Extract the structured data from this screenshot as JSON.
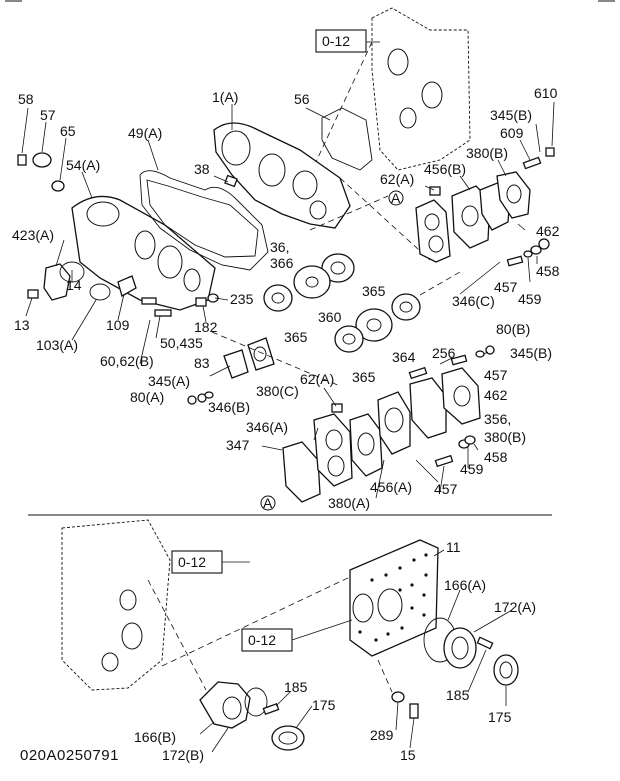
{
  "drawing_code": "020A0250791",
  "ref_boxes": [
    "0-12",
    "0-12",
    "0-12"
  ],
  "view_marker": "A",
  "labels": [
    "58",
    "57",
    "65",
    "54(A)",
    "49(A)",
    "1(A)",
    "56",
    "610",
    "345(B)",
    "609",
    "380(B)",
    "456(B)",
    "62(A)",
    "38",
    "462",
    "423(A)",
    "14",
    "13",
    "103(A)",
    "109",
    "36,",
    "366",
    "365",
    "235",
    "182",
    "50,435",
    "360",
    "458",
    "457",
    "459",
    "346(C)",
    "80(B)",
    "60,62(B)",
    "83",
    "345(A)",
    "80(A)",
    "346(B)",
    "380(C)",
    "365",
    "364",
    "365",
    "256",
    "345(B)",
    "457",
    "462",
    "62(A)",
    "346(A)",
    "347",
    "356,",
    "380(B)",
    "459",
    "458",
    "456(A)",
    "457",
    "380(A)",
    "11",
    "166(A)",
    "172(A)",
    "185",
    "175",
    "185",
    "175",
    "166(B)",
    "172(B)",
    "289",
    "15"
  ]
}
